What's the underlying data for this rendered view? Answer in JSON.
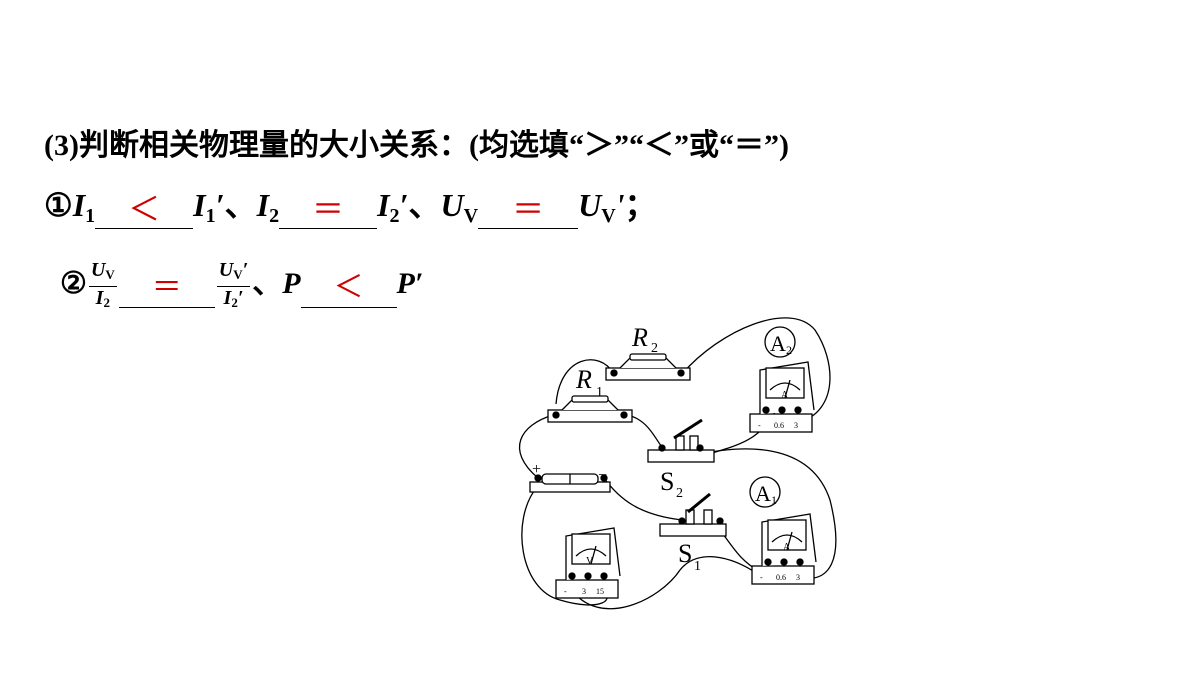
{
  "question": {
    "title": "(3)判断相关物理量的大小关系：(均选填“＞”“＜”或“＝”)",
    "part1": {
      "marker": "①",
      "I": "I",
      "sub1": "1",
      "sub2": "2",
      "prime": "′",
      "sep": "、",
      "U": "U",
      "subV": "V",
      "primeU": "'",
      "end": "；",
      "answer1": "＜",
      "answer2": "＝",
      "answer3": "＝"
    },
    "part2": {
      "marker": "②",
      "U": "U",
      "V": "V",
      "I": "I",
      "two": "2",
      "prime": "′",
      "sep": "、",
      "P": "P",
      "primeP": "′",
      "answer1": "＝",
      "answer2": "＜"
    }
  },
  "circuit": {
    "labels": {
      "R1": "R",
      "R1_sub": "1",
      "R2": "R",
      "R2_sub": "2",
      "A1": "A",
      "A1_sub": "1",
      "A2": "A",
      "A2_sub": "2",
      "S1": "S",
      "S1_sub": "1",
      "S2": "S",
      "S2_sub": "2",
      "battery_plus": "+",
      "battery_minus": "−",
      "ammeter_face": "A",
      "voltmeter_face": "V",
      "ammeter_terminals": [
        "-",
        "0.6",
        "3"
      ],
      "voltmeter_terminals": [
        "-",
        "3",
        "15"
      ]
    }
  }
}
